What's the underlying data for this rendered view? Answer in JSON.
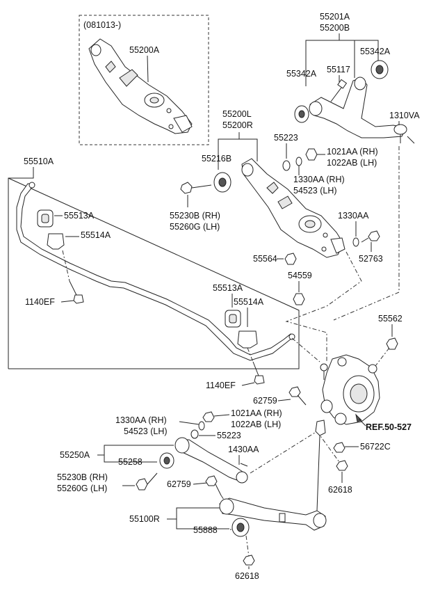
{
  "inset": {
    "date_code": "(081013-)",
    "part": "55200A"
  },
  "labels": {
    "p55201A": "55201A",
    "p55200B": "55200B",
    "p55342A_r": "55342A",
    "p55342A_l": "55342A",
    "p55117": "55117",
    "p1310VA": "1310VA",
    "p55223_top": "55223",
    "p1021AA_top": "1021AA (RH)",
    "p1022AB_top": "1022AB (LH)",
    "p1330AA_top": "1330AA (RH)",
    "p54523_top": "54523 (LH)",
    "p55200L": "55200L",
    "p55200R": "55200R",
    "p55216B": "55216B",
    "p55230B_top": "55230B (RH)",
    "p55260G_top": "55260G (LH)",
    "p1330AA_mid": "1330AA",
    "p52763": "52763",
    "p55564": "55564",
    "p55510A": "55510A",
    "p55513A_a": "55513A",
    "p55514A_a": "55514A",
    "p1140EF_a": "1140EF",
    "p54559": "54559",
    "p55513A_b": "55513A",
    "p55514A_b": "55514A",
    "p55562": "55562",
    "p1140EF_b": "1140EF",
    "p62759_a": "62759",
    "ref": "REF.50-527",
    "p1330AA_low": "1330AA (RH)",
    "p54523_low": "54523 (LH)",
    "p1021AA_low": "1021AA (RH)",
    "p1022AB_low": "1022AB (LH)",
    "p55223_low": "55223",
    "p56722C": "56722C",
    "p55250A": "55250A",
    "p55258": "55258",
    "p1430AA": "1430AA",
    "p55230B_low": "55230B (RH)",
    "p55260G_low": "55260G (LH)",
    "p62759_b": "62759",
    "p62618_a": "62618",
    "p55100R": "55100R",
    "p55888": "55888",
    "p62618_b": "62618"
  }
}
